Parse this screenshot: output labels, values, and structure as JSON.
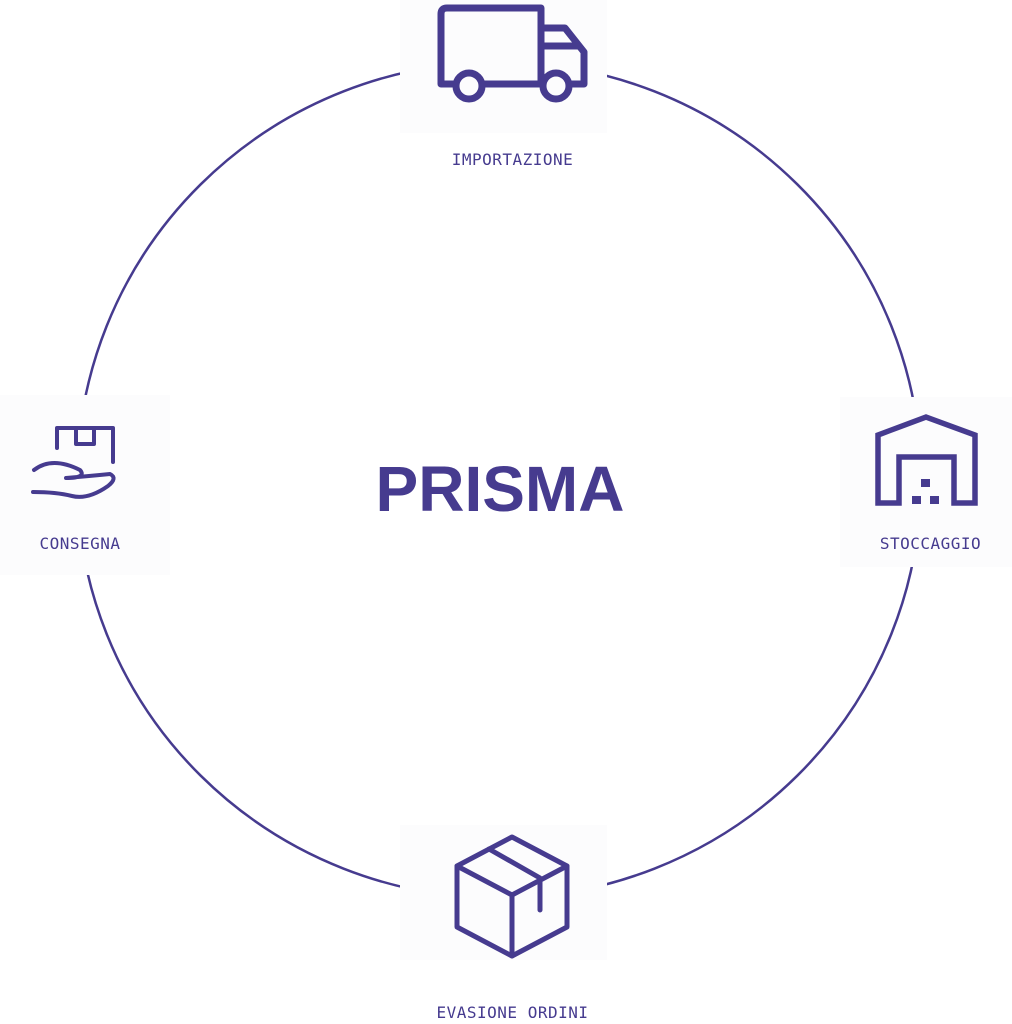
{
  "title": "PRISMA",
  "accent_color": "#463b8f",
  "nodes": [
    {
      "label": "IMPORTAZIONE",
      "icon": "truck-icon"
    },
    {
      "label": "STOCCAGGIO",
      "icon": "warehouse-icon"
    },
    {
      "label": "EVASIONE ORDINI",
      "icon": "box-icon"
    },
    {
      "label": "CONSEGNA",
      "icon": "hand-package-icon"
    }
  ]
}
